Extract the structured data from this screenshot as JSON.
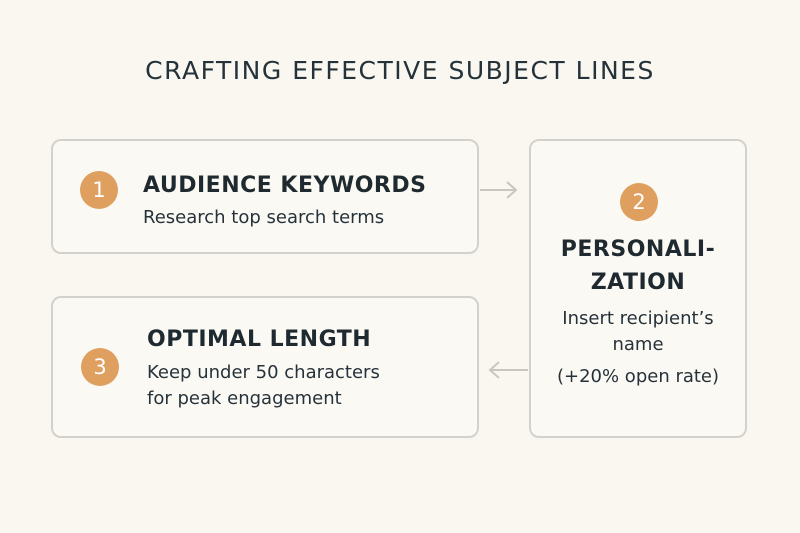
{
  "title": "CRAFTING EFFECTIVE SUBJECT LINES",
  "steps": [
    {
      "number": "1",
      "title": "AUDIENCE KEYWORDS",
      "description": [
        "Research top search terms"
      ]
    },
    {
      "number": "2",
      "title": [
        "PERSONALI-",
        "ZATION"
      ],
      "description": [
        "Insert recipient’s",
        "name",
        "(+20% open rate)"
      ]
    },
    {
      "number": "3",
      "title": "OPTIMAL LENGTH",
      "description": [
        "Keep under 50 characters",
        "for peak engagement"
      ]
    }
  ],
  "colors": {
    "background": "#f9f7f0",
    "badge": "#df9f5f",
    "border": "#d3d1cc",
    "arrow": "#c9c6c0",
    "text": "#1f2a30"
  },
  "icons": [
    "arrow-right-icon",
    "arrow-left-icon"
  ]
}
